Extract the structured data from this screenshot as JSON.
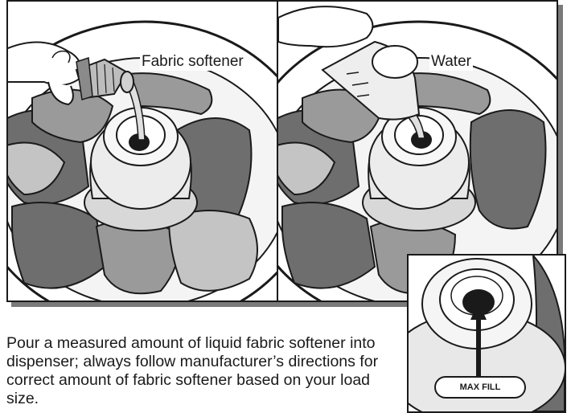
{
  "panels": {
    "left": {
      "label": "Fabric softener"
    },
    "right": {
      "label": "Water"
    }
  },
  "inset": {
    "badge": "MAX FILL"
  },
  "caption": "Pour a measured amount of liquid fabric softener into dispenser; always follow manufacturer’s directions for correct amount of fabric softener based on your load size.",
  "colors": {
    "outline": "#1a1a1a",
    "dark_cloth": "#6e6e6e",
    "mid_cloth": "#9a9a9a",
    "light_cloth": "#c4c4c4",
    "agitator": "#e8e8e8",
    "shadow": "#7a7a7a"
  },
  "icons": [
    "hand-pouring-bottle-icon",
    "hand-pouring-cup-icon",
    "measuring-cup-icon",
    "arrow-up-icon"
  ]
}
